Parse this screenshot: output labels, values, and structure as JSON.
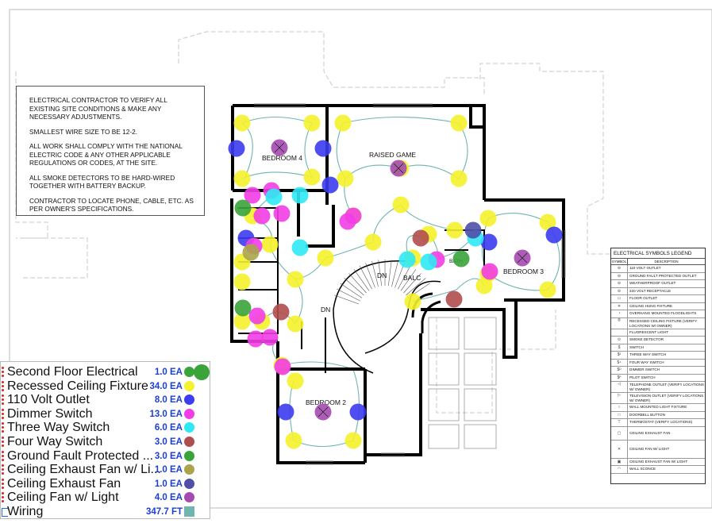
{
  "colors": {
    "recessed": "#f4f22a",
    "outlet": "#3c3cf0",
    "dimmer": "#f23de6",
    "three_way": "#2de9f4",
    "four_way": "#b04d4d",
    "gfci": "#3aa33a",
    "fan_light_exhaust": "#aaa54a",
    "exhaust_fan": "#4f4fa8",
    "fan_light": "#a44ab0",
    "wiring": "#6fb5b0",
    "wall": "#000000"
  },
  "notes": [
    "ELECTRICAL CONTRACTOR TO VERIFY ALL EXISTING SITE CONDITIONS & MAKE ANY NECESSARY ADJUSTMENTS.",
    "SMALLEST WIRE SIZE TO BE 12-2.",
    "ALL WORK SHALL COMPLY WITH THE NATIONAL ELECTRIC CODE & ANY OTHER APPLICABLE REGULATIONS OR CODES, AT THE SITE.",
    "ALL SMOKE DETECTORS TO BE HARD-WIRED TOGETHER WITH BATTERY BACKUP.",
    "CONTRACTOR TO LOCATE PHONE, CABLE, ETC. AS PER OWNER'S SPECIFICATIONS."
  ],
  "rooms": {
    "bedroom4": "BEDROOM 4",
    "raised_game": "RAISED GAME",
    "bedroom3": "BEDROOM 3",
    "bedroom2": "BEDROOM 2",
    "bath": "BATH",
    "balc": "BALC",
    "dn1": "DN",
    "dn2": "DN"
  },
  "legend": {
    "title": "ELECTRICAL SYMBOLS LEGEND",
    "col_symbol": "SYMBOL",
    "col_description": "DESCRIPTION",
    "items": [
      "110 VOLT OUTLET",
      "GROUND FAULT PROTECTED OUTLET",
      "WEATHERPROOF OUTLET",
      "220 VOLT RECEPTACLE",
      "FLOOR OUTLET",
      "CEILING HUNG FIXTURE",
      "OVERHANG MOUNTED FLOODLIGHTS",
      "RECESSED CEILING FIXTURE (VERIFY LOCATIONS W/ OWNER)",
      "FLUORESCENT LIGHT",
      "SMOKE DETECTOR",
      "SWITCH",
      "THREE WAY SWITCH",
      "FOUR WAY SWITCH",
      "DIMMER SWITCH",
      "PILOT SWITCH",
      "TELEPHONE OUTLET (VERIFY LOCATIONS W/ OWNER)",
      "TELEVISION OUTLET (VERIFY LOCATIONS W/ OWNER)",
      "WALL MOUNTED LIGHT FIXTURE",
      "DOORBELL BUTTON",
      "THERMOSTAT (VERIFY LOCATIONS)",
      "CEILING EXHAUST FAN",
      "CEILING FAN W/ LIGHT",
      "CEILING EXHAUST FAN W/ LIGHT",
      "WALL SCONCE"
    ]
  },
  "takeoff": [
    {
      "name": "Second Floor Electrical",
      "qty": "1.0 EA"
    },
    {
      "name": "Recessed Ceiling Fixture",
      "qty": "34.0 EA"
    },
    {
      "name": "110 Volt Outlet",
      "qty": "8.0 EA"
    },
    {
      "name": "Dimmer Switch",
      "qty": "13.0 EA"
    },
    {
      "name": "Three Way Switch",
      "qty": "6.0 EA"
    },
    {
      "name": "Four Way Switch",
      "qty": "3.0 EA"
    },
    {
      "name": "Ground Fault Protected ...",
      "qty": "3.0 EA"
    },
    {
      "name": "Ceiling Exhaust Fan w/ Li...",
      "qty": "1.0 EA"
    },
    {
      "name": "Ceiling Exhaust Fan",
      "qty": "1.0 EA"
    },
    {
      "name": "Ceiling Fan w/ Light",
      "qty": "4.0 EA"
    },
    {
      "name": "Wiring",
      "qty": "347.7 FT"
    }
  ]
}
